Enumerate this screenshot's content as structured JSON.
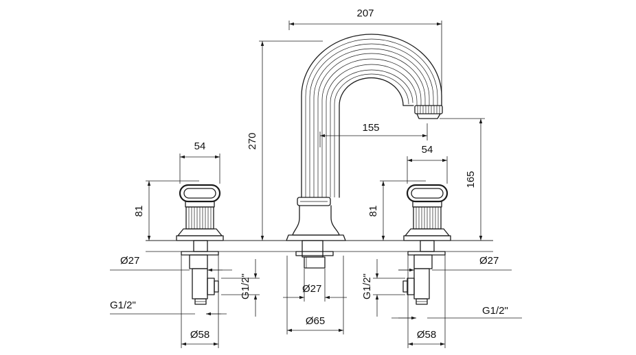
{
  "dimensions": {
    "spout_reach": "207",
    "spout_height": "270",
    "spout_projection": "155",
    "outlet_height": "165",
    "handle_width_left": "54",
    "handle_width_right": "54",
    "handle_height_left": "81",
    "handle_height_right": "81",
    "shank_dia_left": "Ø27",
    "shank_dia_right": "Ø27",
    "spout_shank_dia": "Ø27",
    "thread_left": "G1/2\"",
    "thread_right": "G1/2\"",
    "inlet_left": "G1/2\"",
    "inlet_right": "G1/2\"",
    "base_dia_left": "Ø58",
    "base_dia_right": "Ø58",
    "spout_base_dia": "Ø65"
  }
}
